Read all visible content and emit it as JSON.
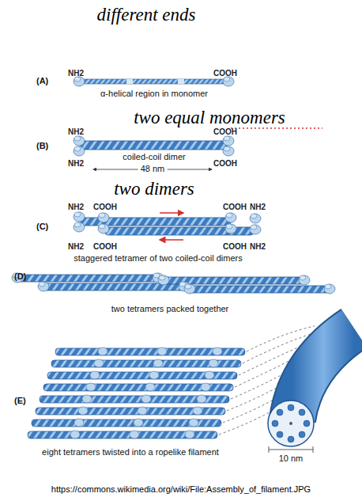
{
  "diagram": {
    "labels": [
      "different ends",
      "NH2",
      "COOH",
      "α-helical region in monomer",
      "(A)",
      "two equal monomers",
      "NH2",
      "COOH",
      "(B)",
      "NH2",
      "COOH",
      "coiled-coil dimer",
      "48 nm",
      "two dimers",
      "NH2",
      "COOH",
      "COOH",
      "NH2",
      "(C)",
      "NH2",
      "COOH",
      "COOH",
      "NH2",
      "staggered tetramer of two coiled-coil dimers",
      "(D)",
      "two tetramers packed together",
      "(E)",
      "eight tetramers twisted into a ropelike filament",
      "10 nm",
      "https://commons.wikimedia.org/wiki/File:Assembly_of_filament.JPG"
    ]
  }
}
